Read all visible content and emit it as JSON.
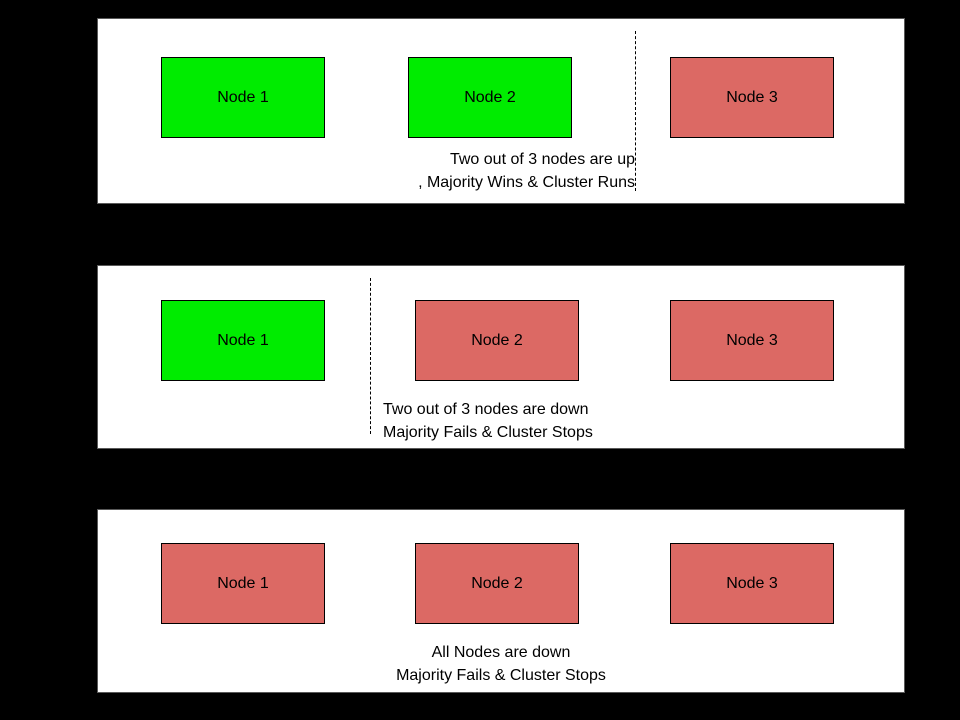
{
  "colors": {
    "background": "#000000",
    "panel_bg": "#ffffff",
    "panel_border": "#595959",
    "node_up": "#00ec00",
    "node_down": "#dc6964",
    "node_border": "#000000",
    "text": "#000000"
  },
  "panels": [
    {
      "scenario": "two-nodes-up",
      "nodes": [
        {
          "label": "Node 1",
          "status": "up"
        },
        {
          "label": "Node 2",
          "status": "up"
        },
        {
          "label": "Node 3",
          "status": "down"
        }
      ],
      "divider": "between Node 2 and Node 3",
      "caption_line1": "Two out of 3 nodes are up",
      "caption_line2": ", Majority Wins & Cluster Runs"
    },
    {
      "scenario": "two-nodes-down",
      "nodes": [
        {
          "label": "Node 1",
          "status": "up"
        },
        {
          "label": "Node 2",
          "status": "down"
        },
        {
          "label": "Node 3",
          "status": "down"
        }
      ],
      "divider": "between Node 1 and Node 2",
      "caption_line1": "Two out of 3 nodes are down",
      "caption_line2": "Majority Fails & Cluster Stops"
    },
    {
      "scenario": "all-nodes-down",
      "nodes": [
        {
          "label": "Node 1",
          "status": "down"
        },
        {
          "label": "Node 2",
          "status": "down"
        },
        {
          "label": "Node 3",
          "status": "down"
        }
      ],
      "divider": null,
      "caption_line1": "All Nodes are down",
      "caption_line2": "Majority Fails & Cluster Stops"
    }
  ]
}
